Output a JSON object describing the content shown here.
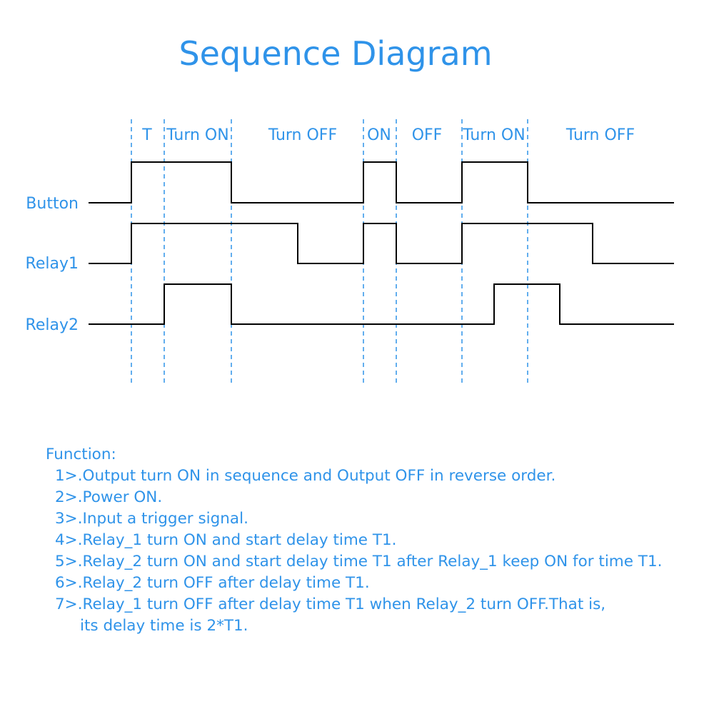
{
  "title": "Sequence Diagram",
  "phases": [
    "T",
    "Turn ON",
    "Turn OFF",
    "ON",
    "OFF",
    "Turn ON",
    "Turn OFF"
  ],
  "signals": [
    {
      "label": "Button",
      "transitions": [
        0,
        1,
        0,
        1,
        0,
        1,
        0
      ]
    },
    {
      "label": "Relay1",
      "transitions": [
        0,
        1,
        0,
        1,
        0,
        1,
        0
      ]
    },
    {
      "label": "Relay2",
      "transitions": [
        0,
        1,
        0,
        1,
        0
      ]
    }
  ],
  "notes": {
    "heading": "Function:",
    "items": [
      "1>.Output turn ON in sequence and Output OFF in reverse order.",
      "2>.Power ON.",
      "3>.Input a trigger signal.",
      "4>.Relay_1 turn ON and start delay time T1.",
      "5>.Relay_2 turn ON and start delay time T1 after Relay_1 keep ON for time T1.",
      "6>.Relay_2 turn OFF after delay time T1.",
      "7>.Relay_1 turn OFF after delay time T1 when Relay_2 turn OFF.That is,"
    ],
    "continuation": "its delay time is 2*T1."
  },
  "colors": {
    "accent": "#2f93e9",
    "wave": "#000000",
    "background": "#ffffff"
  }
}
